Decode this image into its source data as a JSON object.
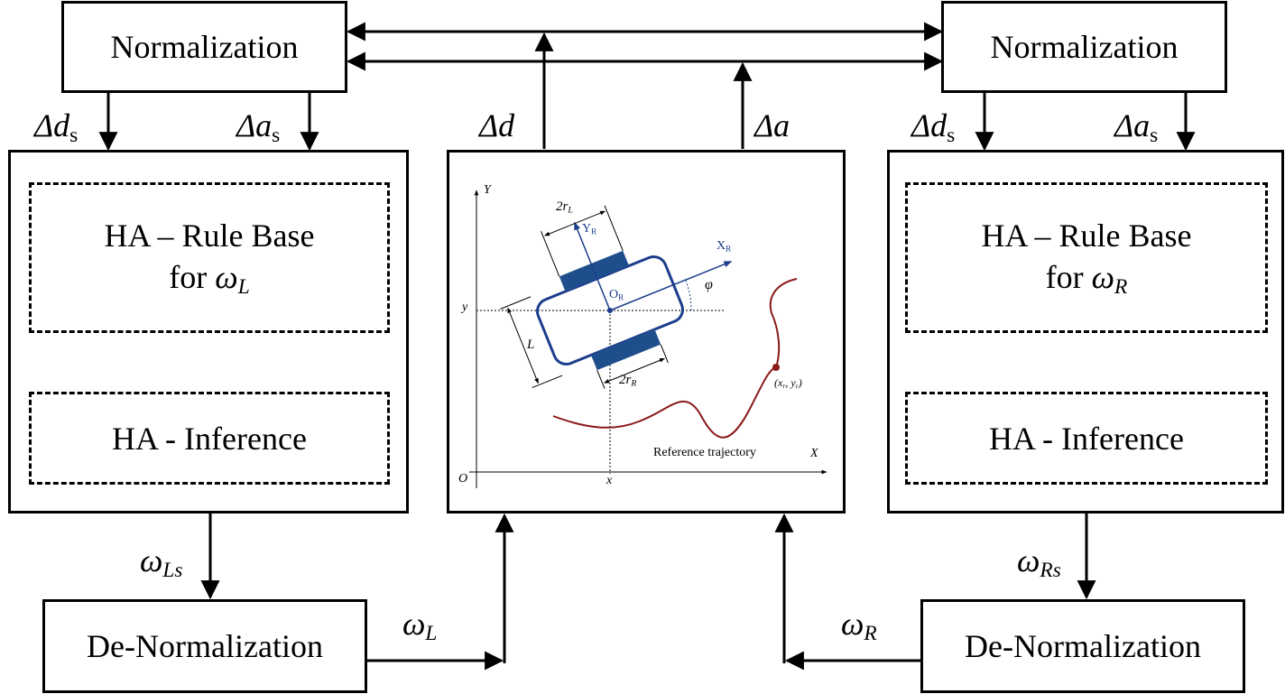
{
  "normalization_left": "Normalization",
  "normalization_right": "Normalization",
  "delta_d_s_left": "Δd",
  "delta_a_s_left": "Δa",
  "delta_d_s_right": "Δd",
  "delta_a_s_right": "Δa",
  "sub_s": "s",
  "delta_d": "Δd",
  "delta_a": "Δa",
  "rule_base_left_line1": "HA – Rule Base",
  "rule_base_left_for": "for",
  "omega": "ω",
  "sub_L": "L",
  "sub_R": "R",
  "sub_Ls": "Ls",
  "sub_Rs": "Rs",
  "rule_base_right_line1": "HA – Rule Base",
  "rule_base_right_for": "for",
  "inference_left": "HA - Inference",
  "inference_right": "HA - Inference",
  "denorm_left": "De-Normalization",
  "denorm_right": "De-Normalization",
  "robot": {
    "axis_y": "Y",
    "axis_x": "X",
    "origin": "O",
    "y_mark": "y",
    "x_mark": "x",
    "yr": "Y",
    "xr": "X",
    "or": "O",
    "r_sub": "R",
    "phi": "φ",
    "width_top": "2r",
    "width_top_sub": "L",
    "width_bottom": "2r",
    "width_bottom_sub": "R",
    "length": "L",
    "ref_point": "(x",
    "ref_point_r": "r",
    "ref_point_mid": ", y",
    "ref_point_end": ")",
    "trajectory_label": "Reference trajectory"
  },
  "colors": {
    "robot": "#1c3d8c",
    "wheel": "#1e4f8c",
    "trajectory": "#8b1a1a"
  }
}
